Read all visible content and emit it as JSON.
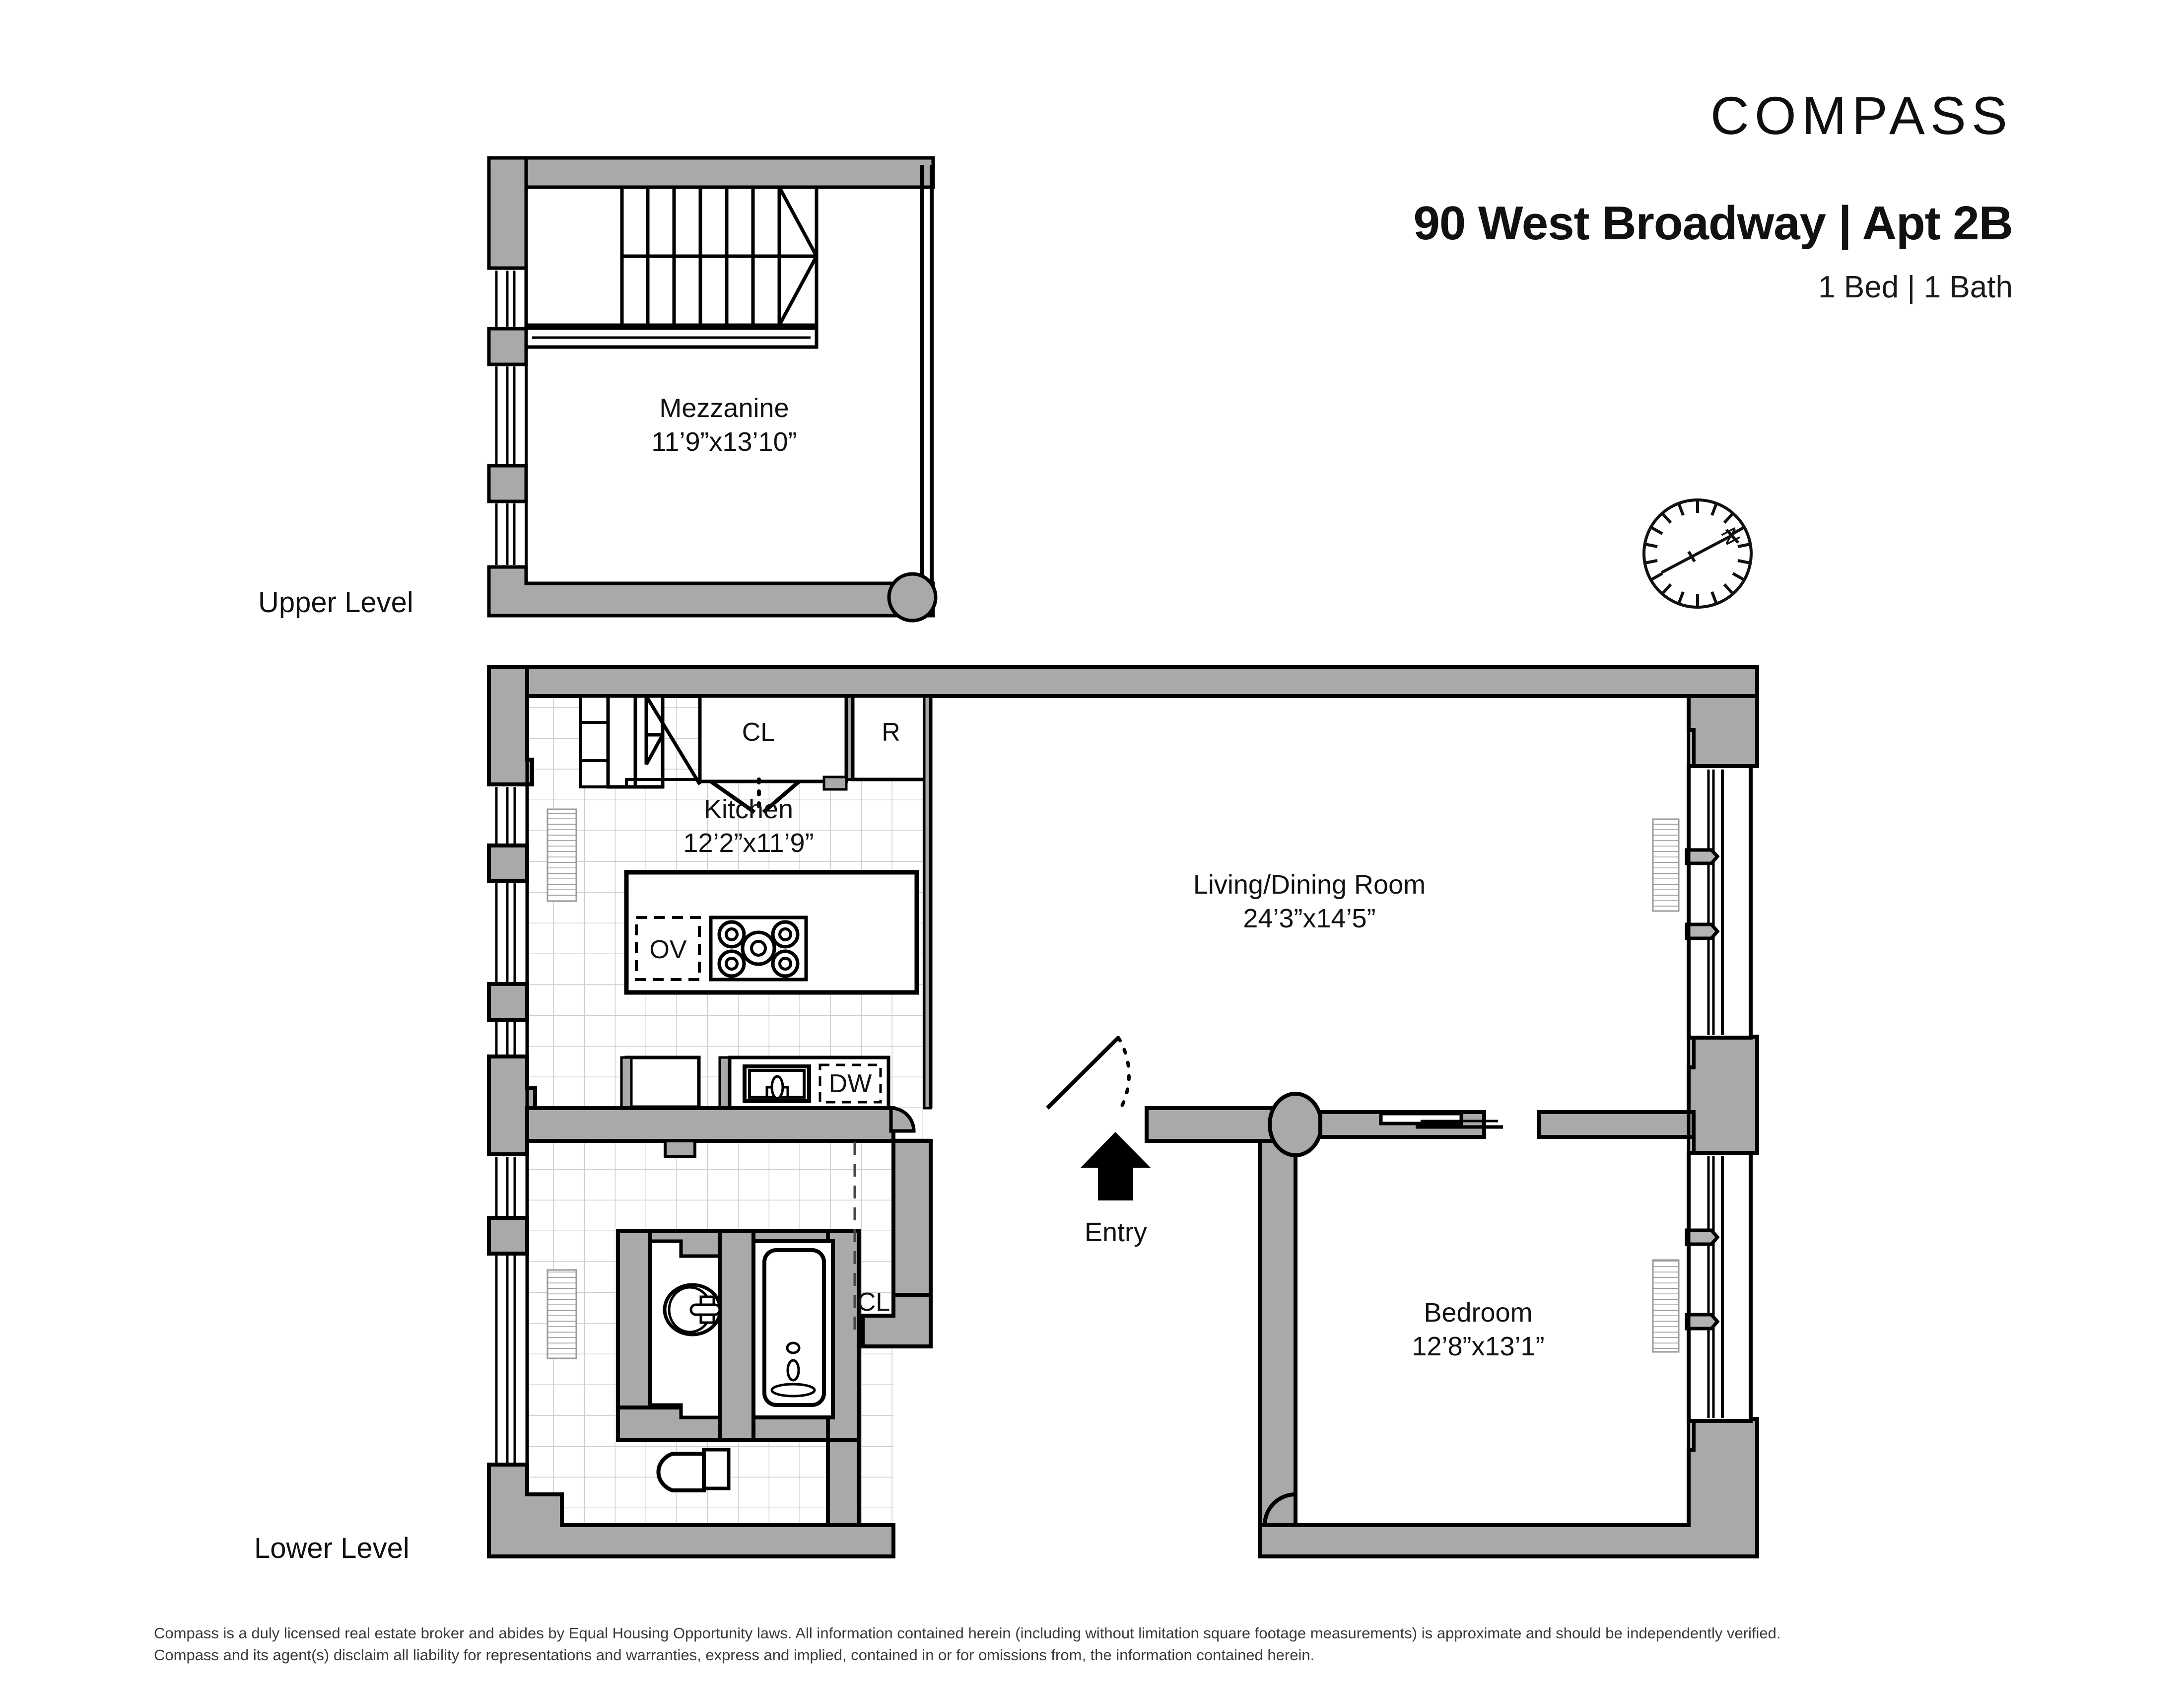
{
  "brand": {
    "name": "COMPASS",
    "logo_icon": "compass-needle-icon"
  },
  "header": {
    "title": "90 West Broadway | Apt 2B",
    "subtitle": "1 Bed | 1 Bath"
  },
  "levels": {
    "upper_label": "Upper Level",
    "lower_label": "Lower Level"
  },
  "compass_rose": {
    "north_label": "N",
    "icon": "compass-rose-icon"
  },
  "rooms": [
    {
      "id": "mezzanine",
      "name": "Mezzanine",
      "dims": "11’9”x13’10”",
      "level": "upper"
    },
    {
      "id": "kitchen",
      "name": "Kitchen",
      "dims": "12’2”x11’9”",
      "level": "lower"
    },
    {
      "id": "living",
      "name": "Living/Dining Room",
      "dims": "24’3”x14’5”",
      "level": "lower"
    },
    {
      "id": "bedroom",
      "name": "Bedroom",
      "dims": "12’8”x13’1”",
      "level": "lower"
    }
  ],
  "annotations": {
    "closet_upper": "CL",
    "refrigerator": "R",
    "oven": "OV",
    "dishwasher": "DW",
    "closet_hall": "CL",
    "entry": "Entry"
  },
  "footer": {
    "line1": "Compass is a duly licensed real estate broker and abides by Equal Housing Opportunity laws.  All information contained herein (including without limitation square footage measurements) is approximate and should be independently verified.",
    "line2": "Compass and its agent(s) disclaim all liability for representations and warranties, express and implied, contained in or for omissions from, the information contained herein."
  },
  "colors": {
    "wall_fill": "#a9a9a9",
    "wall_stroke": "#000000",
    "tile_grid": "#cccccc",
    "text": "#111111",
    "footer_text": "#3a3a3a"
  }
}
